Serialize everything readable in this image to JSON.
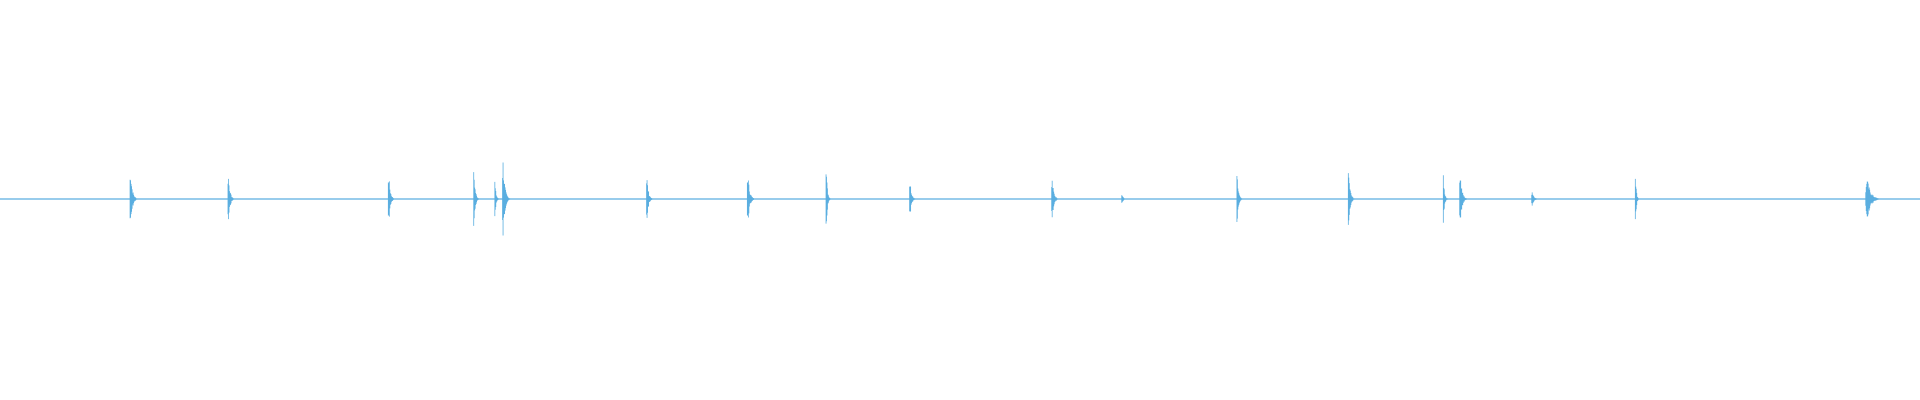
{
  "waveform": {
    "color": "#5aaee0",
    "baseline_amplitude": 0.01,
    "duration_fraction_markers": "none",
    "transients": [
      {
        "pos": 0.068,
        "amp": 0.18,
        "width": 0.004
      },
      {
        "pos": 0.119,
        "amp": 0.16,
        "width": 0.0035
      },
      {
        "pos": 0.2025,
        "amp": 0.16,
        "width": 0.0035
      },
      {
        "pos": 0.247,
        "amp": 0.17,
        "width": 0.003
      },
      {
        "pos": 0.258,
        "amp": 0.1,
        "width": 0.0025
      },
      {
        "pos": 0.262,
        "amp": 0.24,
        "width": 0.004
      },
      {
        "pos": 0.337,
        "amp": 0.14,
        "width": 0.0035
      },
      {
        "pos": 0.3895,
        "amp": 0.16,
        "width": 0.004
      },
      {
        "pos": 0.4305,
        "amp": 0.22,
        "width": 0.0025
      },
      {
        "pos": 0.474,
        "amp": 0.12,
        "width": 0.0035
      },
      {
        "pos": 0.548,
        "amp": 0.12,
        "width": 0.004
      },
      {
        "pos": 0.5845,
        "amp": 0.03,
        "width": 0.003
      },
      {
        "pos": 0.6445,
        "amp": 0.14,
        "width": 0.003
      },
      {
        "pos": 0.7025,
        "amp": 0.17,
        "width": 0.0035
      },
      {
        "pos": 0.752,
        "amp": 0.14,
        "width": 0.0025
      },
      {
        "pos": 0.7605,
        "amp": 0.17,
        "width": 0.004
      },
      {
        "pos": 0.798,
        "amp": 0.05,
        "width": 0.004
      },
      {
        "pos": 0.852,
        "amp": 0.2,
        "width": 0.002
      },
      {
        "pos": 0.972,
        "amp": 0.12,
        "width": 0.008
      }
    ]
  }
}
